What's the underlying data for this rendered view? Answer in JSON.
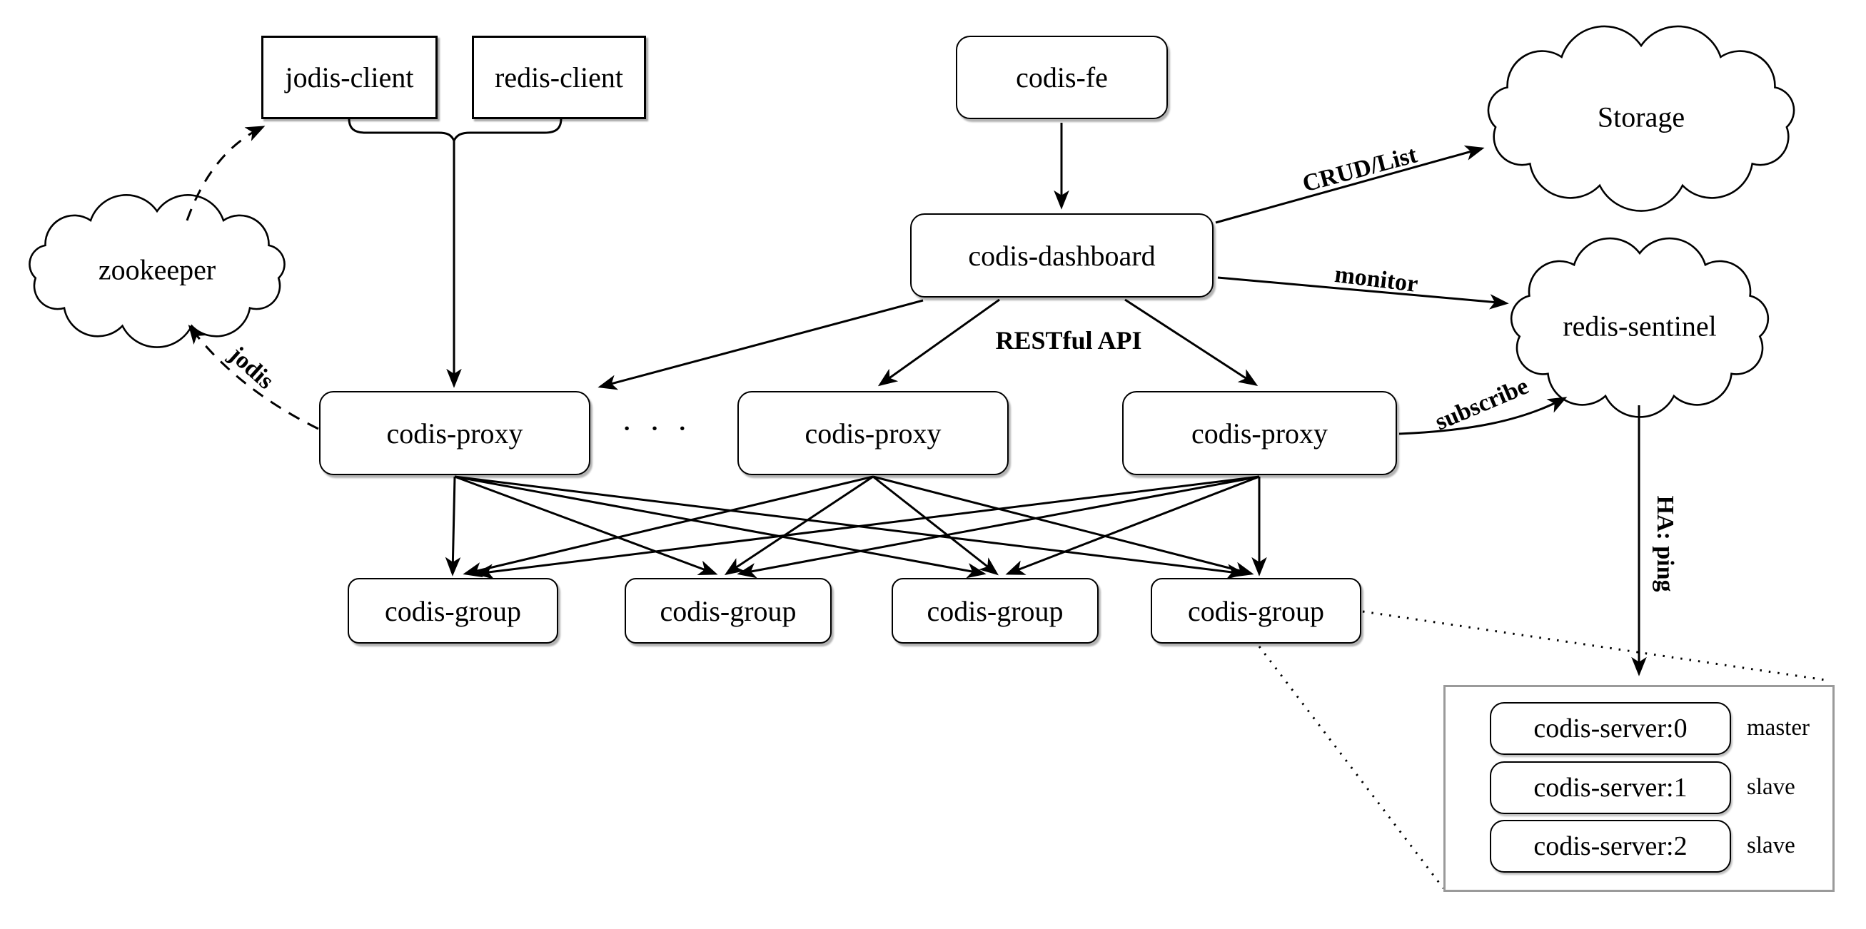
{
  "nodes": {
    "jodis_client": {
      "label": "jodis-client"
    },
    "redis_client": {
      "label": "redis-client"
    },
    "codis_fe": {
      "label": "codis-fe"
    },
    "codis_dashboard": {
      "label": "codis-dashboard"
    },
    "zookeeper": {
      "label": "zookeeper"
    },
    "storage": {
      "label": "Storage"
    },
    "redis_sentinel": {
      "label": "redis-sentinel"
    },
    "proxies": [
      {
        "label": "codis-proxy"
      },
      {
        "label": "codis-proxy"
      },
      {
        "label": "codis-proxy"
      }
    ],
    "proxy_ellipsis": "· · ·",
    "groups": [
      {
        "label": "codis-group"
      },
      {
        "label": "codis-group"
      },
      {
        "label": "codis-group"
      },
      {
        "label": "codis-group"
      }
    ],
    "servers": [
      {
        "label": "codis-server:0",
        "role": "master"
      },
      {
        "label": "codis-server:1",
        "role": "slave"
      },
      {
        "label": "codis-server:2",
        "role": "slave"
      }
    ]
  },
  "edge_labels": {
    "crud_list": "CRUD/List",
    "monitor": "monitor",
    "restful_api": "RESTful API",
    "subscribe": "subscribe",
    "jodis": "jodis",
    "ha_ping": "HA: ping"
  },
  "colors": {
    "stroke": "#000000",
    "container_border": "#9a9a9a",
    "background": "#ffffff"
  }
}
